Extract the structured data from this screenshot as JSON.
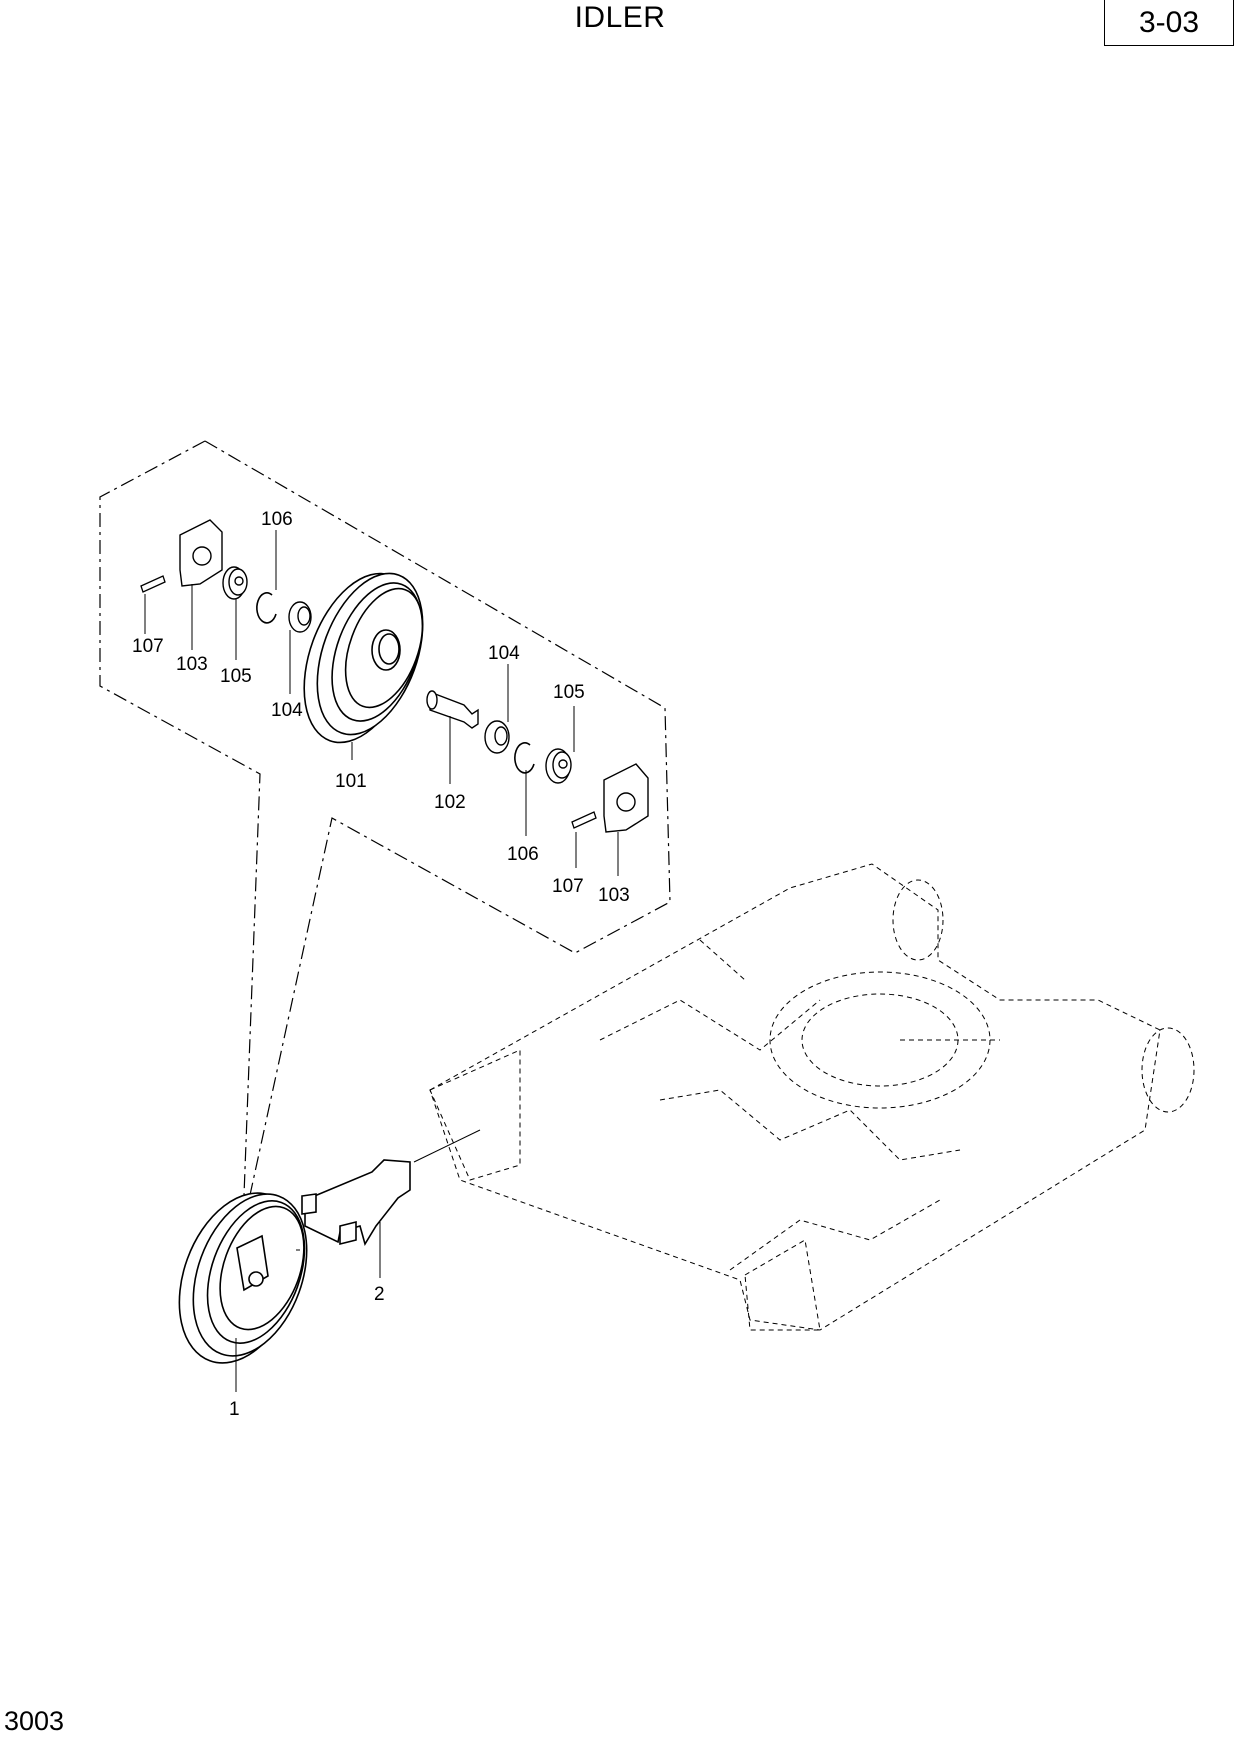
{
  "header": {
    "title": "IDLER",
    "page_number": "3-03"
  },
  "footer": {
    "code": "3003"
  },
  "callouts": {
    "c1": "1",
    "c2": "2",
    "c101": "101",
    "c102": "102",
    "c103_left": "103",
    "c103_right": "103",
    "c104_left": "104",
    "c104_right": "104",
    "c105_left": "105",
    "c105_right": "105",
    "c106_left": "106",
    "c106_right": "106",
    "c107_left": "107",
    "c107_right": "107"
  }
}
